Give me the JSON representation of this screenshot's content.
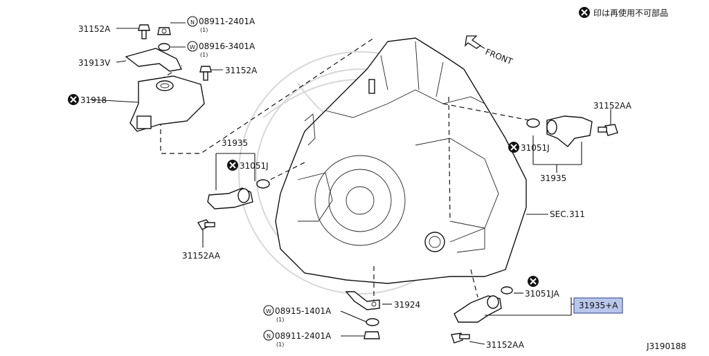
{
  "legend": {
    "text": "印は再使用不可部品"
  },
  "front_label": "FRONT",
  "diagram_id": "J3190188",
  "section_ref": {
    "prefix": "SEC.",
    "number": "311"
  },
  "labels": {
    "l_31152A_top": "31152A",
    "l_08911_top": "08911-2401A",
    "l_08911_top_qty": "(1)",
    "l_08916": "08916-3401A",
    "l_08916_qty": "(1)",
    "l_31913V": "31913V",
    "l_31152A_mid": "31152A",
    "l_31918": "31918",
    "l_31935_left": "31935",
    "l_31051J_left": "31051J",
    "l_31152AA_left": "31152AA",
    "l_31152AA_right": "31152AA",
    "l_31051J_right": "31051J",
    "l_31935_right": "31935",
    "l_31051JA": "31051JA",
    "l_31935A": "31935+A",
    "l_31924": "31924",
    "l_08915": "08915-1401A",
    "l_08915_qty": "(1)",
    "l_08911_bot": "08911-2401A",
    "l_08911_bot_qty": "(1)",
    "l_31152AA_bottom": "31152AA"
  },
  "prefix_marks": {
    "n_top": "N",
    "w_top": "W",
    "w_bot": "W",
    "n_bot": "N"
  },
  "colors": {
    "highlight_fill": "#b9c7ec",
    "highlight_stroke": "#2a3c8a",
    "line": "#111111"
  },
  "icons": {
    "non_reusable": "x-circle-icon",
    "front": "arrow-upleft-icon"
  }
}
